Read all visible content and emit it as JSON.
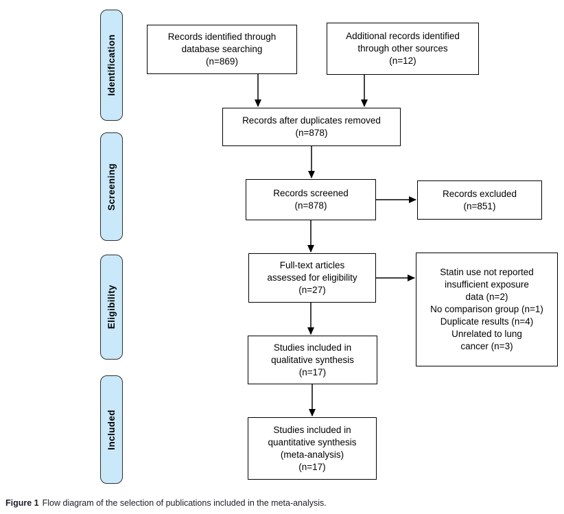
{
  "colors": {
    "stage_fill": "#c9e8fa",
    "box_border": "#000000",
    "text": "#000000"
  },
  "stages": [
    {
      "label": "Identification"
    },
    {
      "label": "Screening"
    },
    {
      "label": "Eligibility"
    },
    {
      "label": "Included"
    }
  ],
  "boxes": {
    "database": "Records identified through\ndatabase searching\n(n=869)",
    "other_sources": "Additional records identified\nthrough other sources\n(n=12)",
    "duplicates": "Records after duplicates removed\n(n=878)",
    "screened": "Records screened\n(n=878)",
    "excluded": "Records excluded\n(n=851)",
    "fulltext": "Full-text articles\nassessed for eligibility\n(n=27)",
    "exclusion_reasons": "Statin use not reported\ninsufficient exposure\ndata (n=2)\nNo comparison group (n=1)\nDuplicate results (n=4)\nUnrelated to lung\ncancer (n=3)",
    "qualitative": "Studies included in\nqualitative synthesis\n(n=17)",
    "quantitative": "Studies included in\nquantitative synthesis\n(meta-analysis)\n(n=17)"
  },
  "caption": {
    "prefix": "Figure 1",
    "text": "Flow diagram of the selection of publications included in the meta-analysis."
  }
}
